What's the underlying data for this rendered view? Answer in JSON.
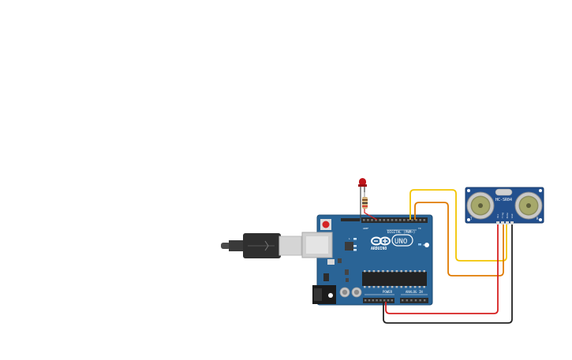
{
  "arduino": {
    "brand": "ARDUINO",
    "model": "UNO",
    "digital_label": "DIGITAL (PWM~)",
    "power_label": "POWER",
    "analog_label": "ANALOG IN",
    "on_label": "ON",
    "tx_label": "TX",
    "rx_label": "RX",
    "l_label": "L"
  },
  "sensor": {
    "model": "HC-SR04",
    "pin_labels": [
      "Vcc",
      "Trig",
      "Echo",
      "Gnd"
    ],
    "side_left": "T",
    "side_right": "R"
  },
  "colors": {
    "board": "#2a6496",
    "board_edge": "#1c4a72",
    "header": "#2b2b2b",
    "wire_yellow": "#f2c500",
    "wire_orange": "#e07b00",
    "wire_red": "#d62020",
    "wire_black": "#222222",
    "led": "#c0141a",
    "sensor_board": "#23508e"
  }
}
